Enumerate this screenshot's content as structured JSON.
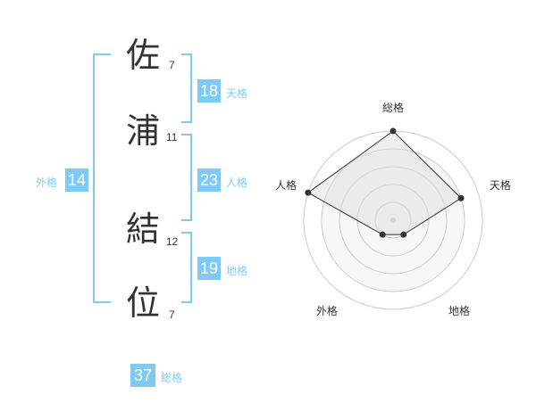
{
  "name_chars": [
    {
      "char": "佐",
      "strokes": "7"
    },
    {
      "char": "浦",
      "strokes": "11"
    },
    {
      "char": "結",
      "strokes": "12"
    },
    {
      "char": "位",
      "strokes": "7"
    }
  ],
  "fortunes": {
    "tenkaku": {
      "value": "18",
      "label": "天格"
    },
    "jinkaku": {
      "value": "23",
      "label": "人格"
    },
    "chikaku": {
      "value": "19",
      "label": "地格"
    },
    "gaikaku": {
      "value": "14",
      "label": "外格"
    },
    "soukaku": {
      "value": "37",
      "label": "総格"
    }
  },
  "colors": {
    "accent": "#7fcaf5",
    "text": "#333333",
    "grid": "#cccccc",
    "fill": "#eeeeee"
  },
  "chart_data": {
    "type": "radar",
    "axes": [
      "総格",
      "天格",
      "地格",
      "外格",
      "人格"
    ],
    "values": [
      5,
      4,
      1,
      1,
      5
    ],
    "rmax": 5,
    "rings": 5
  }
}
